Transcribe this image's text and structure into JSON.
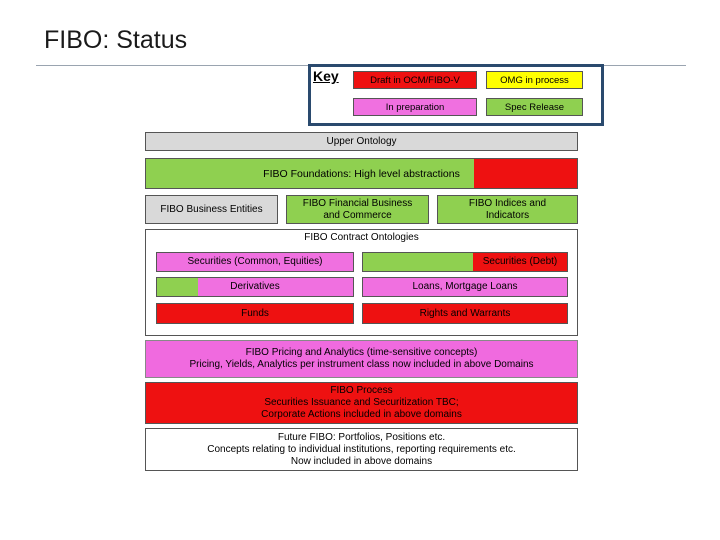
{
  "title": "FIBO: Status",
  "key": {
    "label": "Key",
    "items": [
      {
        "label": "Draft in OCM/FIBO-V",
        "color": "#ee1111"
      },
      {
        "label": "OMG in process",
        "color": "#ffff00"
      },
      {
        "label": "In preparation",
        "color": "#f070e0"
      },
      {
        "label": "Spec Release",
        "color": "#8fd050"
      }
    ]
  },
  "upper_ontology": "Upper Ontology",
  "foundations": "FIBO Foundations: High level abstractions",
  "business_entities": "FIBO Business Entities",
  "financial_business": "FIBO Financial Business and Commerce",
  "indices": "FIBO Indices and Indicators",
  "contract_ontologies": "FIBO Contract Ontologies",
  "securities_common": "Securities (Common, Equities)",
  "securities_debt": "Securities (Debt)",
  "derivatives": "Derivatives",
  "loans": "Loans, Mortgage Loans",
  "funds": "Funds",
  "rights": "Rights and Warrants",
  "pricing": {
    "line1": "FIBO Pricing and Analytics (time-sensitive concepts)",
    "line2": "Pricing, Yields, Analytics per instrument class now included in above Domains"
  },
  "process": {
    "line1": "FIBO Process",
    "line2": "Securities Issuance and Securitization TBC;",
    "line3": "Corporate Actions included in above domains"
  },
  "future": {
    "line1": "Future FIBO: Portfolios, Positions etc.",
    "line2": "Concepts relating to individual institutions, reporting requirements etc.",
    "line3": "Now included in above domains"
  }
}
